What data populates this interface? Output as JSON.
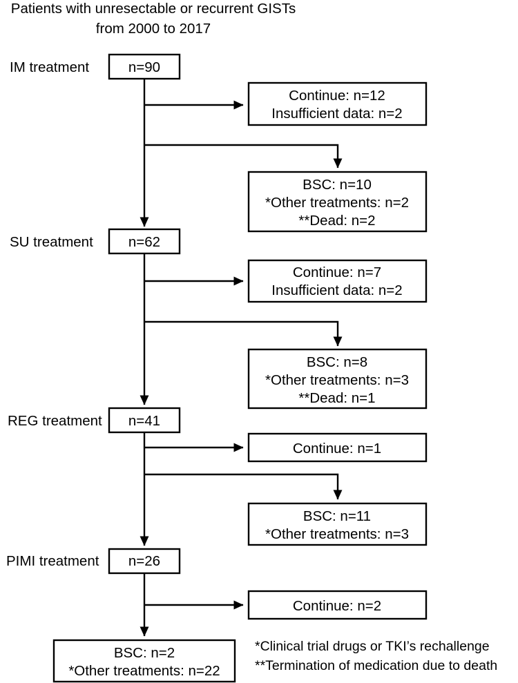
{
  "figure": {
    "type": "flowchart",
    "title_lines": [
      "Patients with unresectable or recurrent GISTs",
      "from 2000 to 2017"
    ]
  },
  "stages": [
    {
      "label": "IM treatment",
      "count_text": "n=90",
      "n": 90,
      "continue_box": {
        "lines": [
          "Continue: n=12",
          "Insufficient data: n=2"
        ],
        "continue_n": 12,
        "insufficient_data_n": 2
      },
      "bsc_box": {
        "lines": [
          "BSC: n=10",
          "*Other treatments: n=2",
          "**Dead: n=2"
        ],
        "bsc_n": 10,
        "other_treatments_n": 2,
        "dead_n": 2
      }
    },
    {
      "label": "SU treatment",
      "count_text": "n=62",
      "n": 62,
      "continue_box": {
        "lines": [
          "Continue: n=7",
          "Insufficient data: n=2"
        ],
        "continue_n": 7,
        "insufficient_data_n": 2
      },
      "bsc_box": {
        "lines": [
          "BSC: n=8",
          "*Other treatments: n=3",
          "**Dead: n=1"
        ],
        "bsc_n": 8,
        "other_treatments_n": 3,
        "dead_n": 1
      }
    },
    {
      "label": "REG treatment",
      "count_text": "n=41",
      "n": 41,
      "continue_box": {
        "lines": [
          "Continue: n=1"
        ],
        "continue_n": 1
      },
      "bsc_box": {
        "lines": [
          "BSC: n=11",
          "*Other treatments: n=3"
        ],
        "bsc_n": 11,
        "other_treatments_n": 3
      }
    },
    {
      "label": "PIMI treatment",
      "count_text": "n=26",
      "n": 26,
      "continue_box": {
        "lines": [
          "Continue: n=2"
        ],
        "continue_n": 2
      }
    }
  ],
  "final_box": {
    "lines": [
      "BSC: n=2",
      "*Other treatments: n=22"
    ],
    "bsc_n": 2,
    "other_treatments_n": 22
  },
  "footnotes": [
    "*Clinical trial drugs or TKI’s rechallenge",
    "**Termination of medication due to death"
  ],
  "colors": {
    "stroke": "#000000",
    "background": "#ffffff",
    "text": "#000000"
  }
}
